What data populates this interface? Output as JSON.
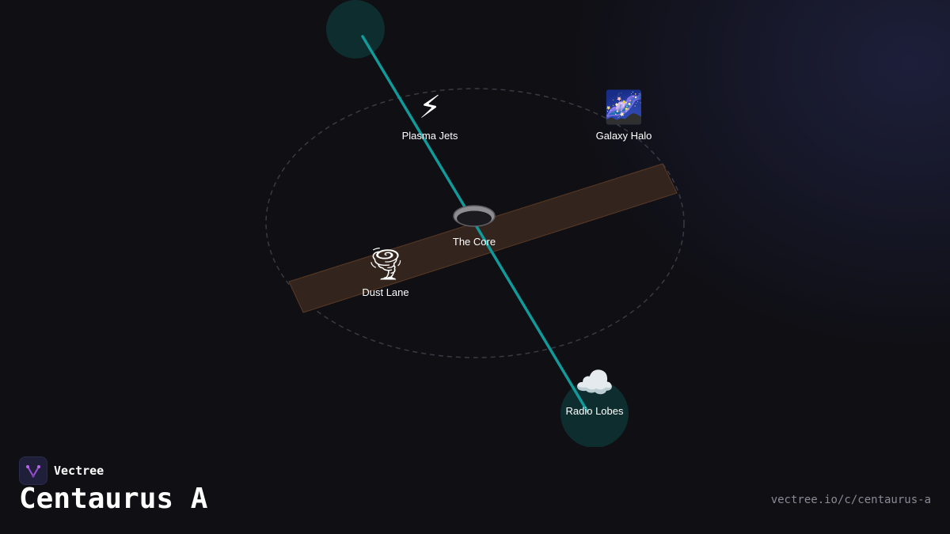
{
  "diagram": {
    "nodes": [
      {
        "id": "core",
        "label": "The Core",
        "icon": "black-hole-icon",
        "glyph": ""
      },
      {
        "id": "plasma",
        "label": "Plasma Jets",
        "icon": "lightning-icon",
        "glyph": "⚡"
      },
      {
        "id": "halo",
        "label": "Galaxy Halo",
        "icon": "milky-way-icon",
        "glyph": "🌌"
      },
      {
        "id": "dust",
        "label": "Dust Lane",
        "icon": "tornado-icon",
        "glyph": "🌪"
      },
      {
        "id": "lobes",
        "label": "Radio Lobes",
        "icon": "cloud-icon",
        "glyph": "☁️"
      }
    ],
    "colors": {
      "jet": "#109a9a",
      "lobe": "#0e2d2f",
      "dust_lane": "#33251e",
      "dust_lane_edge": "#5a3a24",
      "halo_ring": "#3a3a44"
    }
  },
  "footer": {
    "brand": "Vectree",
    "title": "Centaurus A",
    "url": "vectree.io/c/centaurus-a"
  }
}
